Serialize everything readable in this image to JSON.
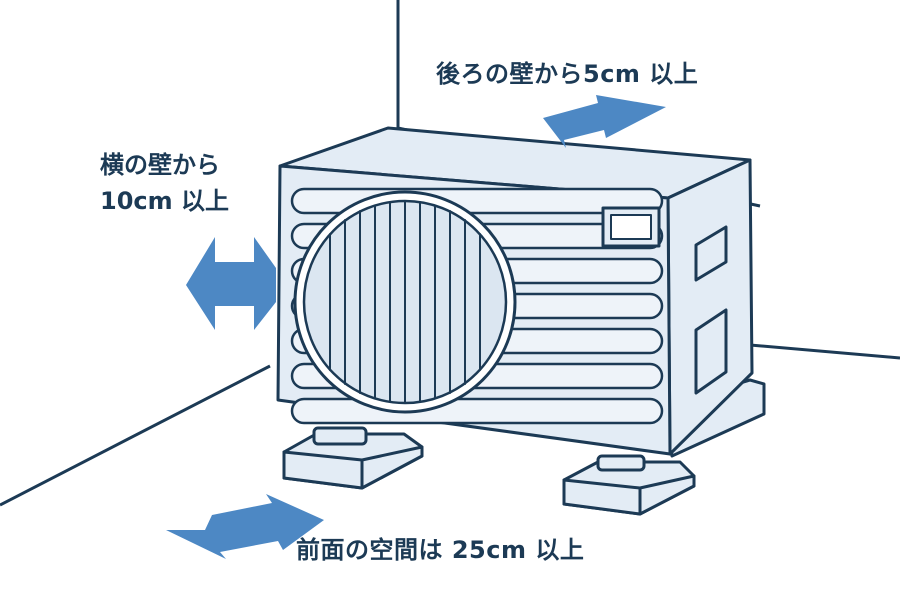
{
  "labels": {
    "back": "後ろの壁から5cm 以上",
    "side_line1": "横の壁から",
    "side_line2": "10cm 以上",
    "front": "前面の空間は 25cm 以上"
  },
  "colors": {
    "line": "#1c3a55",
    "unit_fill": "#e3ecf5",
    "fan_fill": "#dbe6f1",
    "grille_fill": "#eef3f9",
    "arrow": "#4d88c4",
    "background": "#ffffff"
  },
  "icons": {
    "back_arrow": "double-arrow-icon",
    "side_arrow": "double-arrow-icon",
    "front_arrow": "double-arrow-icon"
  }
}
